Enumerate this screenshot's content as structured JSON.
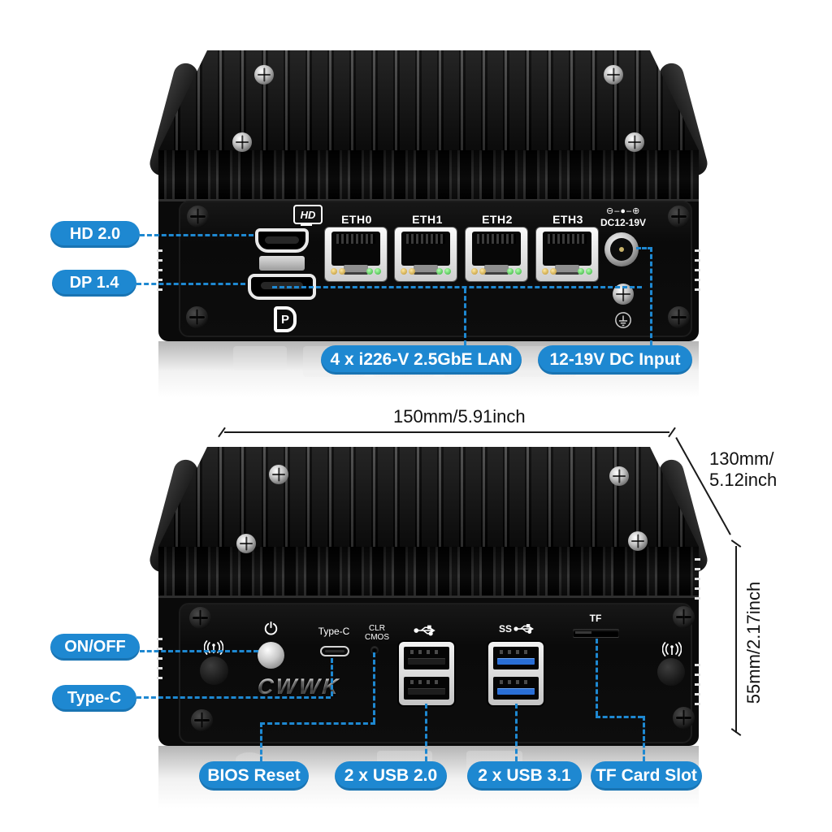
{
  "accent_color": "#1e88d1",
  "rear_view": {
    "hd_icon_text": "HD",
    "dp_icon_text": "P",
    "eth_labels": [
      "ETH0",
      "ETH1",
      "ETH2",
      "ETH3"
    ],
    "dc_label": "DC12-19V",
    "polarity_symbol": "⊖–●–⊕",
    "callouts": {
      "hdmi": "HD 2.0",
      "dp": "DP 1.4",
      "lan": "4 x i226-V 2.5GbE LAN",
      "dc": "12-19V DC Input"
    }
  },
  "dimensions": {
    "width": "150mm/5.91inch",
    "depth_line1": "130mm/",
    "depth_line2": "5.12inch",
    "height": "55mm/2.17inch"
  },
  "front_view": {
    "labels": {
      "type_c_port": "Type-C",
      "clr_line1": "CLR",
      "clr_line2": "CMOS",
      "ss": "SS",
      "tf": "TF",
      "logo": "CWWK"
    },
    "callouts": {
      "power": "ON/OFF",
      "type_c": "Type-C",
      "bios": "BIOS Reset",
      "usb2": "2 x USB 2.0",
      "usb3": "2 x USB 3.1",
      "tf": "TF Card Slot"
    }
  },
  "icons": {
    "hdmi-icon": "HD monitor glyph",
    "displayport-icon": "D outline with P",
    "power-icon": "⏻",
    "wifi-antenna-icon": "((·))",
    "usb2-icon": "USB trident",
    "usb3-ss-icon": "SS + USB trident",
    "polarity-icon": "⊖–●–⊕",
    "ground-icon": "earth ground in circle",
    "screw-icon": "phillips screw"
  }
}
